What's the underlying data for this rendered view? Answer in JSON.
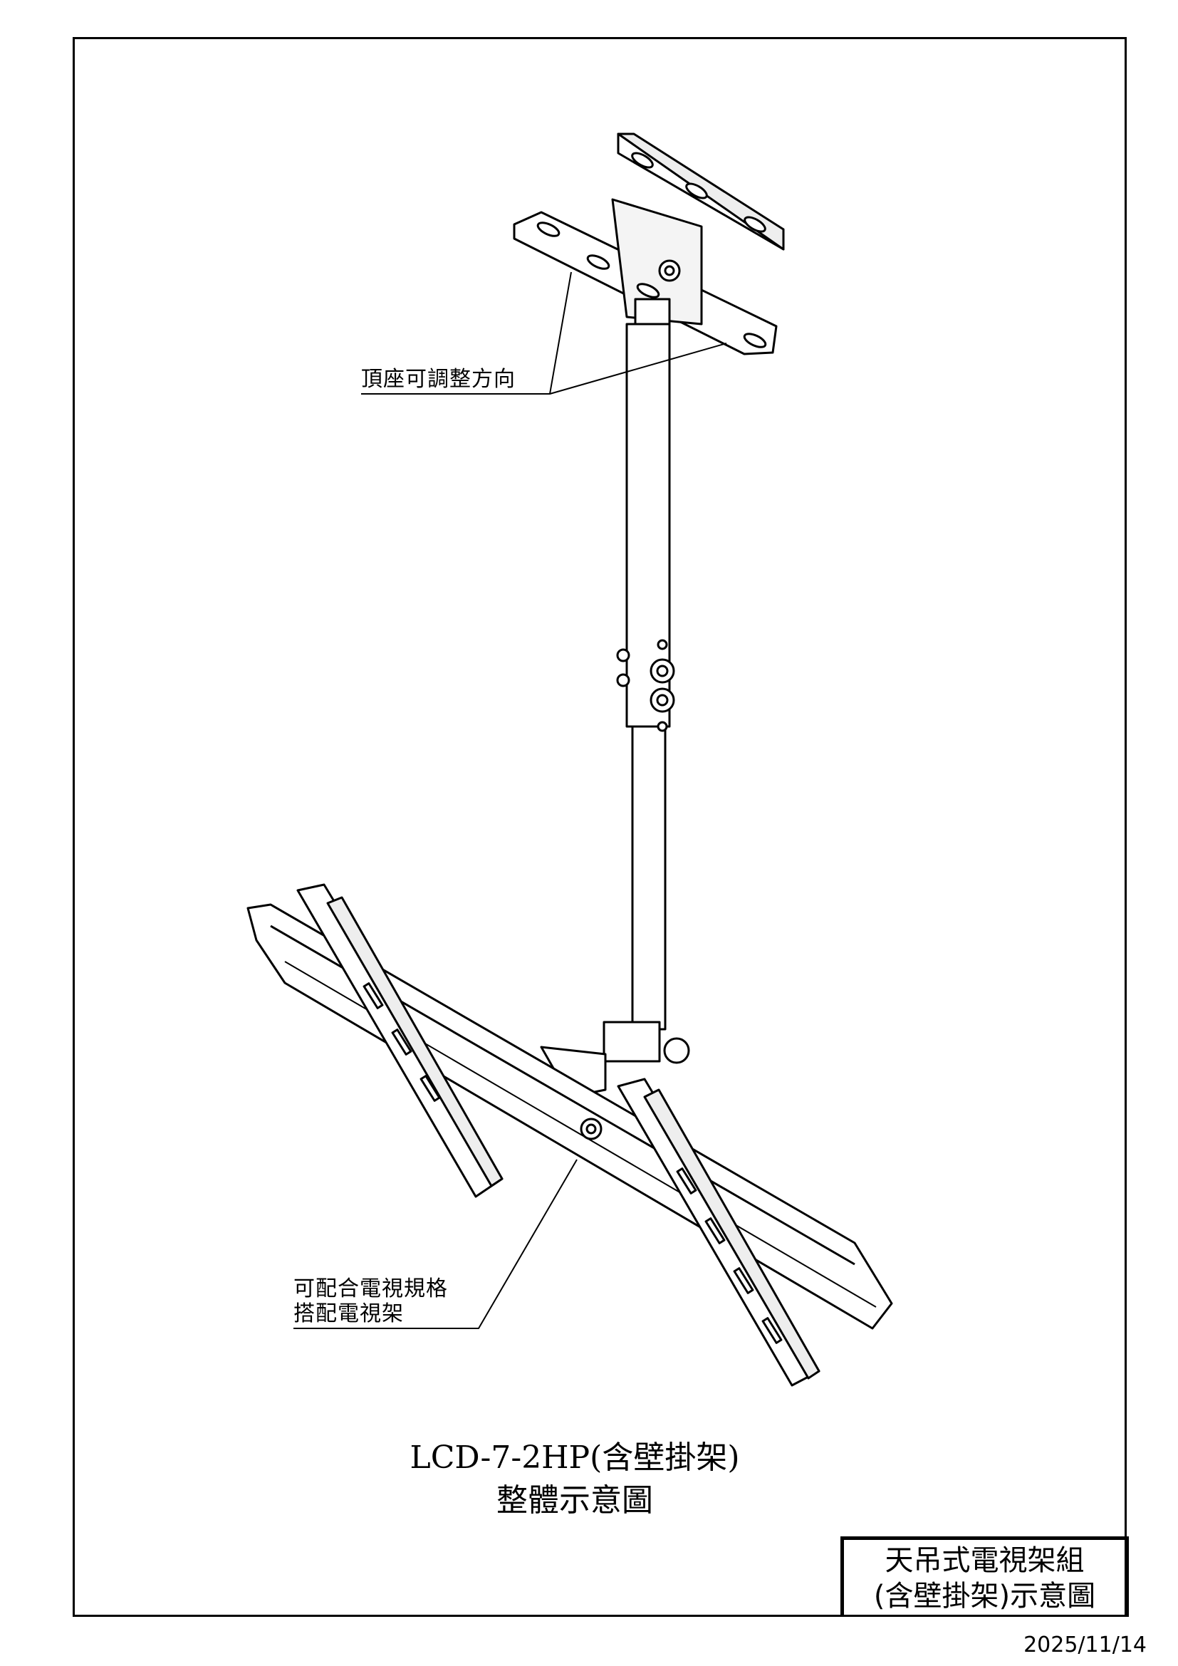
{
  "callouts": {
    "top_seat": "頂座可調整方向",
    "tv_rack_line1": "可配合電視規格",
    "tv_rack_line2": "搭配電視架"
  },
  "drawing_title": {
    "model": "LCD-7-2HP(含壁掛架)",
    "subtitle": "整體示意圖"
  },
  "title_block": {
    "line1": "天吊式電視架組",
    "line2": "(含壁掛架)示意圖"
  },
  "date": "2025/11/14"
}
